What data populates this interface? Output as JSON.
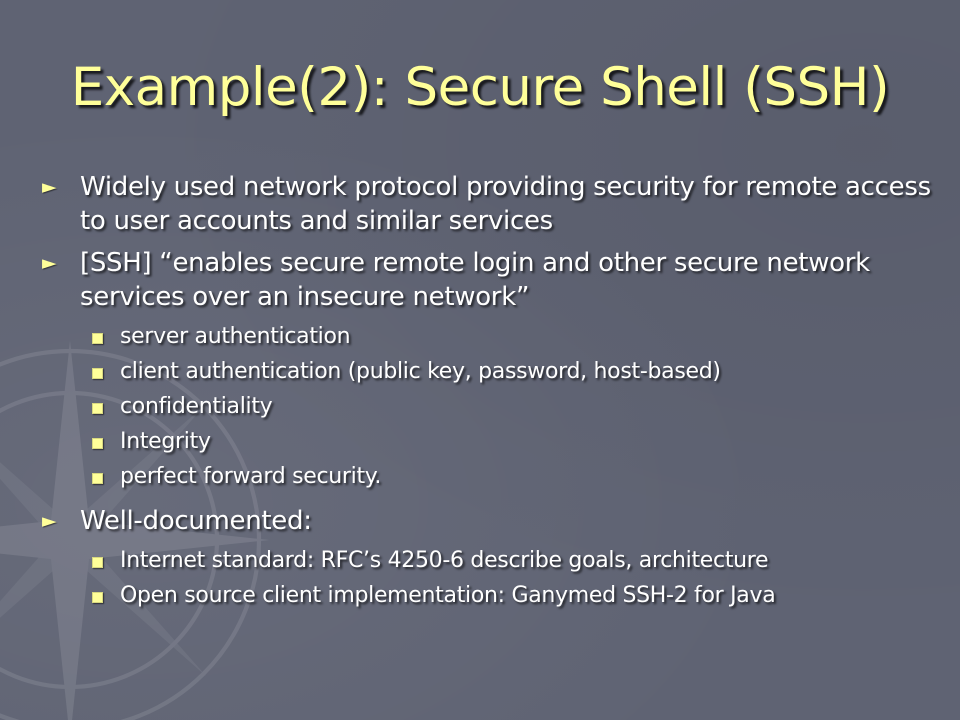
{
  "slide": {
    "title": "Example(2): Secure Shell (SSH)",
    "bullets": [
      {
        "text": "Widely used network protocol providing security for remote access to user accounts and similar services",
        "sub": []
      },
      {
        "text": "[SSH] “enables secure remote login and other secure network services over an insecure network”",
        "sub": [
          "server authentication",
          "client authentication (public key, password, host-based)",
          "confidentiality",
          "Integrity",
          "perfect forward security."
        ]
      },
      {
        "text": "Well-documented:",
        "sub": [
          "Internet standard: RFC’s 4250-6 describe goals, architecture",
          "Open source client implementation: Ganymed SSH-2 for Java"
        ]
      }
    ]
  },
  "colors": {
    "background": "#5f6373",
    "title": "#ffff99",
    "text": "#ffffff",
    "bullet": "#ffff99"
  },
  "icons": {
    "level1_bullet": "triangle-arrow-icon",
    "level2_bullet": "square-bullet-icon",
    "watermark": "compass-rose-icon"
  }
}
